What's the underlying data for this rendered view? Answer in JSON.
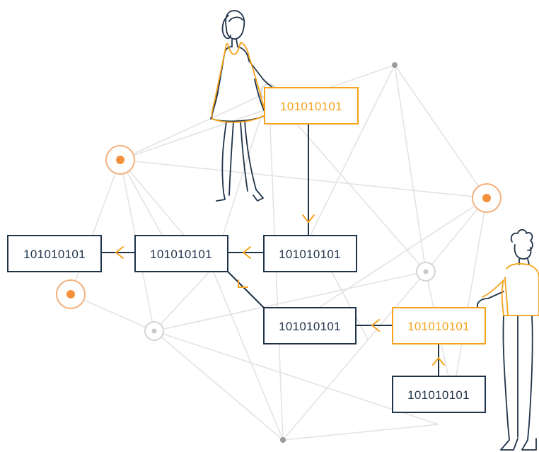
{
  "colors": {
    "navy": "#1f3349",
    "orange": "#f5a31a",
    "orange_dot": "#f5913a",
    "orange_halo": "#f5b07a",
    "grey_line": "#e3e3e3",
    "grey_node": "#9a9a9a",
    "grey_ring": "#d5d5d5"
  },
  "boxes": [
    {
      "id": "top-orange-block",
      "label": "101010101",
      "style": "orange"
    },
    {
      "id": "left-block",
      "label": "101010101",
      "style": "navy"
    },
    {
      "id": "middle-left-block",
      "label": "101010101",
      "style": "navy"
    },
    {
      "id": "center-block",
      "label": "101010101",
      "style": "navy"
    },
    {
      "id": "lower-center-block",
      "label": "101010101",
      "style": "navy"
    },
    {
      "id": "right-orange-block",
      "label": "101010101",
      "style": "orange"
    },
    {
      "id": "bottom-right-block",
      "label": "101010101",
      "style": "navy"
    }
  ],
  "figures": [
    {
      "id": "woman-figure",
      "icon": "person-in-orange-dress"
    },
    {
      "id": "man-figure",
      "icon": "person-in-orange-shirt"
    }
  ]
}
